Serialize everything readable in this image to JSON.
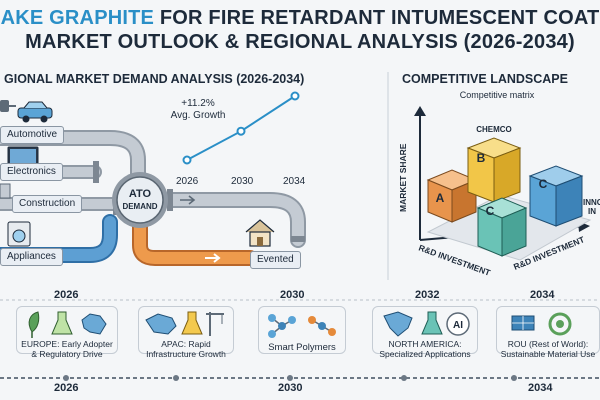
{
  "header": {
    "title_line1_part1": "AKE GRAPHITE",
    "title_line1_part2": " FOR FIRE RETARDANT INTUMESCENT COAT",
    "title_line2": "MARKET OUTLOOK & REGIONAL ANALYSIS (2026-2034)"
  },
  "left_section": {
    "heading": "GIONAL MARKET DEMAND ANALYSIS (2026-2034)",
    "growth_value": "+11.2%",
    "growth_label": "Avg. Growth",
    "years": [
      "2026",
      "2030",
      "2034"
    ],
    "growth_points": [
      {
        "year": "2026",
        "rel": 0.0
      },
      {
        "year": "2030",
        "rel": 0.45
      },
      {
        "year": "2034",
        "rel": 1.0
      }
    ],
    "inputs": [
      "Automotive",
      "Electronics",
      "Construction",
      "Appliances"
    ],
    "hub_label_line1": "ATO",
    "hub_label_line2": "DEMAND",
    "output_label": "Evented"
  },
  "right_section": {
    "heading": "COMPETITIVE LANDSCAPE",
    "matrix_title": "Competitive matrix",
    "y_axis_label": "MARKET SHARE",
    "x_axis_label_left": "R&D INVESTMENT",
    "x_axis_label_right": "R&D INVESTMENT",
    "cube_b_name": "CHEMCO",
    "cubes": [
      "A",
      "B",
      "C",
      "C"
    ],
    "innovation_label_1": "INNO",
    "innovation_label_2": "IN"
  },
  "timeline": {
    "top_years": [
      "2026",
      "2030",
      "2032",
      "2034"
    ],
    "bottom_years": [
      "2026",
      "2030",
      "2034"
    ],
    "cards": [
      {
        "line1": "EUROPE: Early Adopter",
        "line2": "& Regulatory Drive"
      },
      {
        "line1": "APAC: Rapid",
        "line2": "Infrastructure Growth"
      },
      {
        "line1": "Smart Polymers",
        "line2": ""
      },
      {
        "line1": "NORTH AMERICA:",
        "line2": "Specialized Applications"
      },
      {
        "line1": "ROU (Rest of World):",
        "line2": "Sustainable Material Use"
      }
    ],
    "ai_badge": "AI"
  },
  "colors": {
    "accent_blue": "#2a8fc7",
    "pipe_blue": "#4a8fc4",
    "pipe_grey": "#b7bfc8",
    "pipe_orange": "#e58a3a",
    "cube_orange": "#f0a15a",
    "cube_yellow": "#f3c94e",
    "cube_teal": "#6ac3b6",
    "cube_blue": "#5aa4d6",
    "dark": "#1d2a3a"
  }
}
